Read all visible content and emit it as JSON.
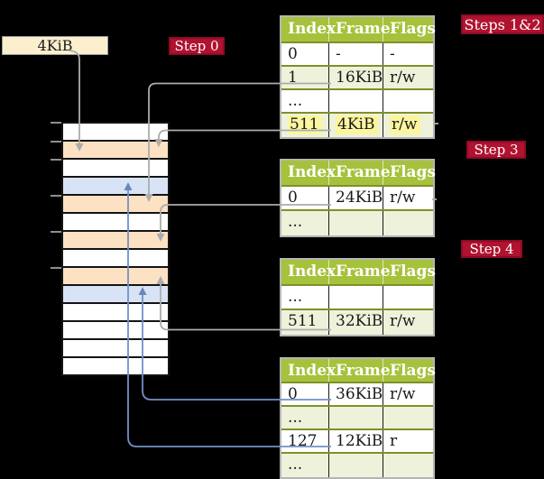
{
  "frame_box": {
    "label": "4KiB"
  },
  "badges": [
    {
      "label": "Step 0"
    },
    {
      "label": "Steps 1&2"
    },
    {
      "label": "Step 3"
    },
    {
      "label": "Step 4"
    }
  ],
  "memory": {
    "cells": [
      "white",
      "orange",
      "white",
      "blue",
      "orange",
      "white",
      "orange",
      "white",
      "orange",
      "blue",
      "white",
      "white",
      "white",
      "white"
    ]
  },
  "tables": [
    {
      "name": "page-table-steps-1-2",
      "header": [
        "Index",
        "Frame",
        "Flags"
      ],
      "rows": [
        {
          "cells": [
            "0",
            "-",
            "-"
          ],
          "shaded": false,
          "highlighted": false
        },
        {
          "cells": [
            "1",
            "16KiB",
            "r/w"
          ],
          "shaded": true,
          "highlighted": false
        },
        {
          "cells": [
            "...",
            "",
            ""
          ],
          "shaded": false,
          "highlighted": false
        },
        {
          "cells": [
            "511",
            "4KiB",
            "r/w"
          ],
          "shaded": true,
          "highlighted": true
        }
      ]
    },
    {
      "name": "page-table-step-3",
      "header": [
        "Index",
        "Frame",
        "Flags"
      ],
      "rows": [
        {
          "cells": [
            "0",
            "24KiB",
            "r/w"
          ],
          "shaded": false,
          "highlighted": false
        },
        {
          "cells": [
            "...",
            "",
            ""
          ],
          "shaded": true,
          "highlighted": false
        }
      ]
    },
    {
      "name": "page-table-step-4",
      "header": [
        "Index",
        "Frame",
        "Flags"
      ],
      "rows": [
        {
          "cells": [
            "...",
            "",
            ""
          ],
          "shaded": false,
          "highlighted": false
        },
        {
          "cells": [
            "511",
            "32KiB",
            "r/w"
          ],
          "shaded": true,
          "highlighted": false
        }
      ]
    },
    {
      "name": "leaf-page-table",
      "header": [
        "Index",
        "Frame",
        "Flags"
      ],
      "rows": [
        {
          "cells": [
            "0",
            "36KiB",
            "r/w"
          ],
          "shaded": false,
          "highlighted": false
        },
        {
          "cells": [
            "...",
            "",
            ""
          ],
          "shaded": true,
          "highlighted": false
        },
        {
          "cells": [
            "127",
            "12KiB",
            "r"
          ],
          "shaded": false,
          "highlighted": false
        },
        {
          "cells": [
            "...",
            "",
            ""
          ],
          "shaded": true,
          "highlighted": false
        }
      ]
    }
  ],
  "colors": {
    "badge_red": "#b0122f",
    "table_header_green": "#a6c23c",
    "table_shaded_row": "#eef2da",
    "table_border_olive": "#7d9127",
    "highlight_yellow": "#fbf59f",
    "frame_box_cream": "#fbefcd",
    "memory_orange": "#fde1c3",
    "memory_blue": "#d8e4f5",
    "arrow_gray": "#acacac",
    "arrow_blue": "#7291c5"
  }
}
